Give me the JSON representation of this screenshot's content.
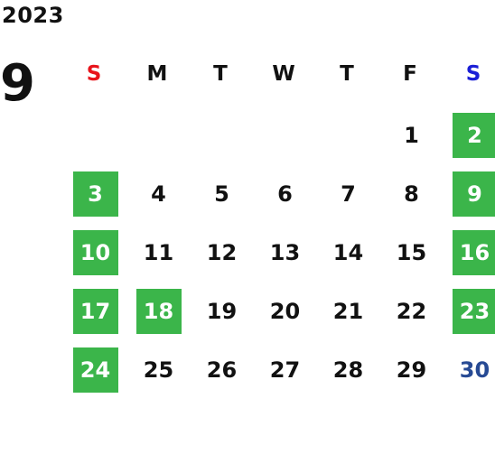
{
  "year": "2023",
  "month": "9",
  "colors": {
    "sunday": "#e8141b",
    "saturday": "#1b1fd6",
    "holiday_bg": "#3bb54a",
    "text": "#111111",
    "last_saturday": "#274a94"
  },
  "weekdays": [
    {
      "label": "S",
      "kind": "sun"
    },
    {
      "label": "M",
      "kind": "wd"
    },
    {
      "label": "T",
      "kind": "wd"
    },
    {
      "label": "W",
      "kind": "wd"
    },
    {
      "label": "T",
      "kind": "wd"
    },
    {
      "label": "F",
      "kind": "wd"
    },
    {
      "label": "S",
      "kind": "sat"
    }
  ],
  "weeks": [
    [
      {
        "day": "",
        "holiday": false
      },
      {
        "day": "",
        "holiday": false
      },
      {
        "day": "",
        "holiday": false
      },
      {
        "day": "",
        "holiday": false
      },
      {
        "day": "",
        "holiday": false
      },
      {
        "day": "1",
        "holiday": false
      },
      {
        "day": "2",
        "holiday": true
      }
    ],
    [
      {
        "day": "3",
        "holiday": true
      },
      {
        "day": "4",
        "holiday": false
      },
      {
        "day": "5",
        "holiday": false
      },
      {
        "day": "6",
        "holiday": false
      },
      {
        "day": "7",
        "holiday": false
      },
      {
        "day": "8",
        "holiday": false
      },
      {
        "day": "9",
        "holiday": true
      }
    ],
    [
      {
        "day": "10",
        "holiday": true
      },
      {
        "day": "11",
        "holiday": false
      },
      {
        "day": "12",
        "holiday": false
      },
      {
        "day": "13",
        "holiday": false
      },
      {
        "day": "14",
        "holiday": false
      },
      {
        "day": "15",
        "holiday": false
      },
      {
        "day": "16",
        "holiday": true
      }
    ],
    [
      {
        "day": "17",
        "holiday": true
      },
      {
        "day": "18",
        "holiday": true
      },
      {
        "day": "19",
        "holiday": false
      },
      {
        "day": "20",
        "holiday": false
      },
      {
        "day": "21",
        "holiday": false
      },
      {
        "day": "22",
        "holiday": false
      },
      {
        "day": "23",
        "holiday": true
      }
    ],
    [
      {
        "day": "24",
        "holiday": true
      },
      {
        "day": "25",
        "holiday": false
      },
      {
        "day": "26",
        "holiday": false
      },
      {
        "day": "27",
        "holiday": false
      },
      {
        "day": "28",
        "holiday": false
      },
      {
        "day": "29",
        "holiday": false
      },
      {
        "day": "30",
        "holiday": false,
        "style": "last_saturday"
      }
    ]
  ]
}
